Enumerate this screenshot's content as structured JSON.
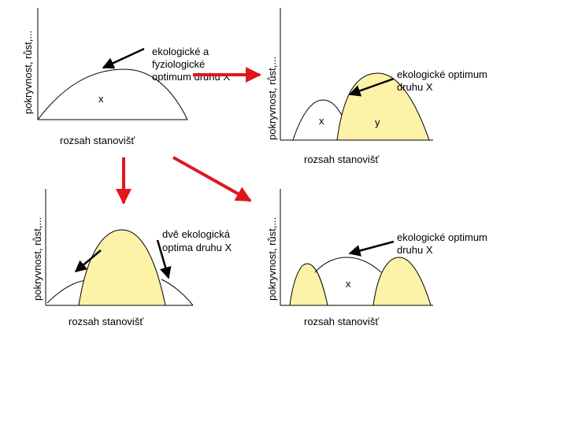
{
  "colors": {
    "fill": "#fdf3a8",
    "red_arrow": "#e0161c",
    "black": "#000000"
  },
  "panel_tl": {
    "y_axis_label": "pokryvnost, růst,...",
    "x_axis_label": "rozsah stanovišť",
    "annotation_lines": [
      "ekologické a",
      "fyziologické",
      "optimum druhu X"
    ],
    "curve_label": "x"
  },
  "panel_tr": {
    "y_axis_label": "pokryvnost, růst,...",
    "x_axis_label": "rozsah stanovišť",
    "annotation_lines": [
      "ekologické optimum",
      "druhu X"
    ],
    "curve_label_x": "x",
    "curve_label_y": "y"
  },
  "panel_bl": {
    "y_axis_label": "pokryvnost, růst,...",
    "x_axis_label": "rozsah stanovišť",
    "annotation_lines": [
      "dvě ekologická",
      "optima druhu X"
    ]
  },
  "panel_br": {
    "y_axis_label": "pokryvnost, růst,...",
    "x_axis_label": "rozsah stanovišť",
    "annotation_lines": [
      "ekologické optimum",
      "druhu X"
    ],
    "curve_label": "x"
  }
}
